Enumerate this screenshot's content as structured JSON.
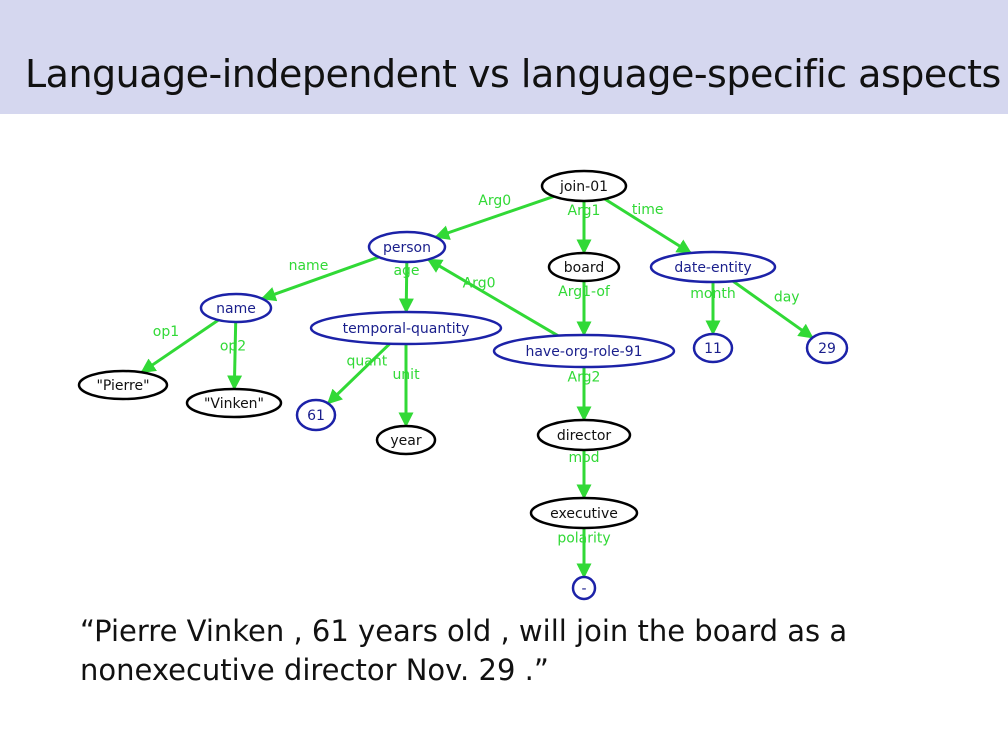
{
  "slide": {
    "title": "Language-independent vs language-specific aspects",
    "sentence_line1": "“Pierre Vinken , 61 years old , will join the board as a",
    "sentence_line2": "nonexecutive director Nov. 29 .”"
  },
  "colors": {
    "title_band": "#d5d7ef",
    "concept_node_border": "#1c22a8",
    "constant_node_border": "#000000",
    "edge": "#31d936"
  },
  "nodes": [
    {
      "id": "join",
      "label": "join-01",
      "kind": "constant"
    },
    {
      "id": "person",
      "label": "person",
      "kind": "concept"
    },
    {
      "id": "board",
      "label": "board",
      "kind": "constant"
    },
    {
      "id": "date",
      "label": "date-entity",
      "kind": "concept"
    },
    {
      "id": "name",
      "label": "name",
      "kind": "concept"
    },
    {
      "id": "tq",
      "label": "temporal-quantity",
      "kind": "concept"
    },
    {
      "id": "hor",
      "label": "have-org-role-91",
      "kind": "concept"
    },
    {
      "id": "n11",
      "label": "11",
      "kind": "concept"
    },
    {
      "id": "n29",
      "label": "29",
      "kind": "concept"
    },
    {
      "id": "pierre",
      "label": "\"Pierre\"",
      "kind": "constant"
    },
    {
      "id": "vinken",
      "label": "\"Vinken\"",
      "kind": "constant"
    },
    {
      "id": "n61",
      "label": "61",
      "kind": "concept"
    },
    {
      "id": "year",
      "label": "year",
      "kind": "constant"
    },
    {
      "id": "director",
      "label": "director",
      "kind": "constant"
    },
    {
      "id": "executive",
      "label": "executive",
      "kind": "constant"
    },
    {
      "id": "minus",
      "label": "-",
      "kind": "concept"
    }
  ],
  "edges": [
    {
      "from": "join",
      "to": "person",
      "label": "Arg0"
    },
    {
      "from": "join",
      "to": "board",
      "label": "Arg1"
    },
    {
      "from": "join",
      "to": "date",
      "label": "time"
    },
    {
      "from": "person",
      "to": "name",
      "label": "name"
    },
    {
      "from": "person",
      "to": "tq",
      "label": "age"
    },
    {
      "from": "hor",
      "to": "person",
      "label": "Arg0"
    },
    {
      "from": "board",
      "to": "hor",
      "label": "Arg1-of"
    },
    {
      "from": "date",
      "to": "n11",
      "label": "month"
    },
    {
      "from": "date",
      "to": "n29",
      "label": "day"
    },
    {
      "from": "name",
      "to": "pierre",
      "label": "op1"
    },
    {
      "from": "name",
      "to": "vinken",
      "label": "op2"
    },
    {
      "from": "tq",
      "to": "n61",
      "label": "quant"
    },
    {
      "from": "tq",
      "to": "year",
      "label": "unit"
    },
    {
      "from": "hor",
      "to": "director",
      "label": "Arg2"
    },
    {
      "from": "director",
      "to": "executive",
      "label": "mod"
    },
    {
      "from": "executive",
      "to": "minus",
      "label": "polarity"
    }
  ]
}
